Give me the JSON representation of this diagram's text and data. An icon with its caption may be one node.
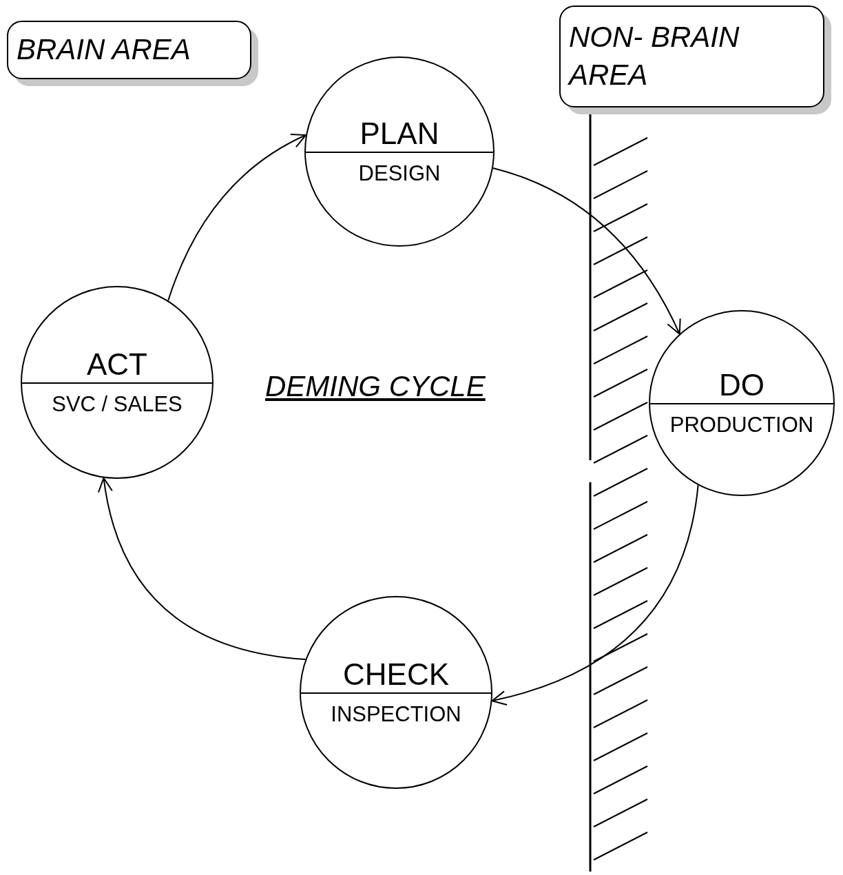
{
  "diagram": {
    "title": "DEMING CYCLE",
    "nodes": [
      {
        "text": [
          "BRAIN AREA"
        ]
      },
      {
        "text": [
          "NON- BRAIN AREA"
        ]
      },
      {
        "text": [
          "PLAN",
          "DESIGN"
        ]
      },
      {
        "text": [
          "DO",
          "PRODUCTION"
        ]
      },
      {
        "text": [
          "CHECK",
          "INSPECTION"
        ]
      },
      {
        "text": [
          "ACT",
          "SVC / SALES"
        ]
      }
    ],
    "edges": [
      {
        "from": 5,
        "to": 2,
        "arrow": "to"
      },
      {
        "from": 2,
        "to": 3,
        "arrow": "to"
      },
      {
        "from": 3,
        "to": 4,
        "arrow": "to"
      },
      {
        "from": 4,
        "to": 5,
        "arrow": "to"
      }
    ]
  }
}
